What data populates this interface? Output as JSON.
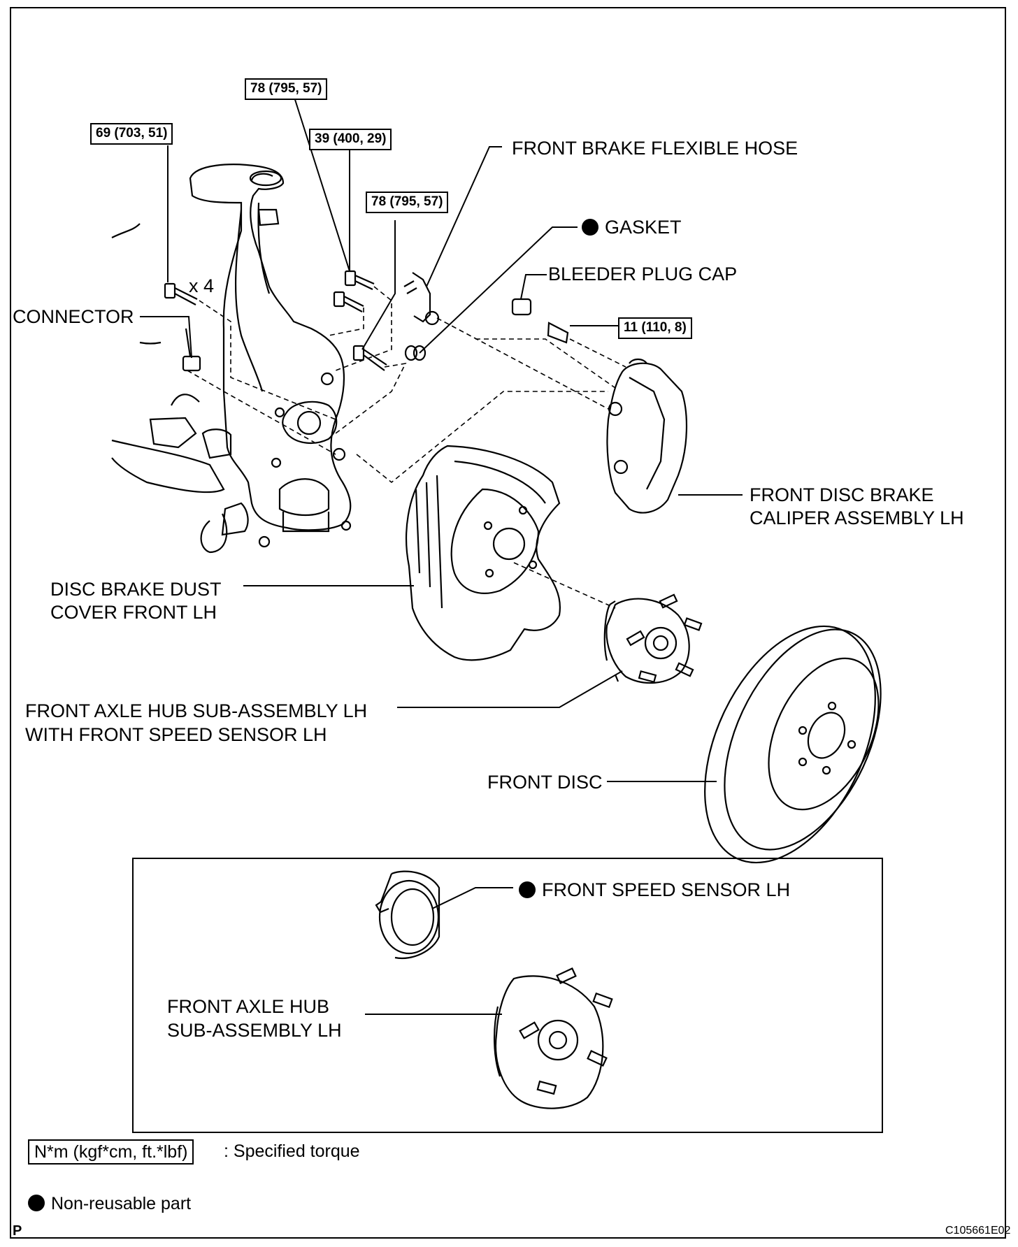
{
  "torque_specs": {
    "knuckle_bolts": "69 (703, 51)",
    "caliper_bolt_upper": "78 (795, 57)",
    "hose_bolt": "39 (400, 29)",
    "caliper_bolt_lower": "78 (795, 57)",
    "bleeder_plug": "11 (110, 8)"
  },
  "bolt_count": "x 4",
  "parts": {
    "front_brake_flexible_hose": "FRONT BRAKE FLEXIBLE HOSE",
    "gasket": "GASKET",
    "bleeder_plug_cap": "BLEEDER PLUG CAP",
    "connector": "CONNECTOR",
    "caliper_line1": "FRONT DISC BRAKE",
    "caliper_line2": "CALIPER ASSEMBLY LH",
    "dust_cover_line1": "DISC BRAKE DUST",
    "dust_cover_line2": "COVER FRONT LH",
    "hub_line1": "FRONT AXLE HUB SUB-ASSEMBLY LH",
    "hub_line2": "WITH FRONT SPEED SENSOR LH",
    "front_disc": "FRONT DISC",
    "speed_sensor": "FRONT SPEED SENSOR LH",
    "hub_sub_line1": "FRONT AXLE HUB",
    "hub_sub_line2": "SUB-ASSEMBLY LH"
  },
  "non_reusable_parts": [
    "GASKET",
    "FRONT SPEED SENSOR LH"
  ],
  "legend": {
    "torque_box": "N*m (kgf*cm, ft.*lbf)",
    "torque_desc": ": Specified torque",
    "non_reusable": "Non-reusable part"
  },
  "page_mark": "P",
  "figure_code": "C105661E02"
}
